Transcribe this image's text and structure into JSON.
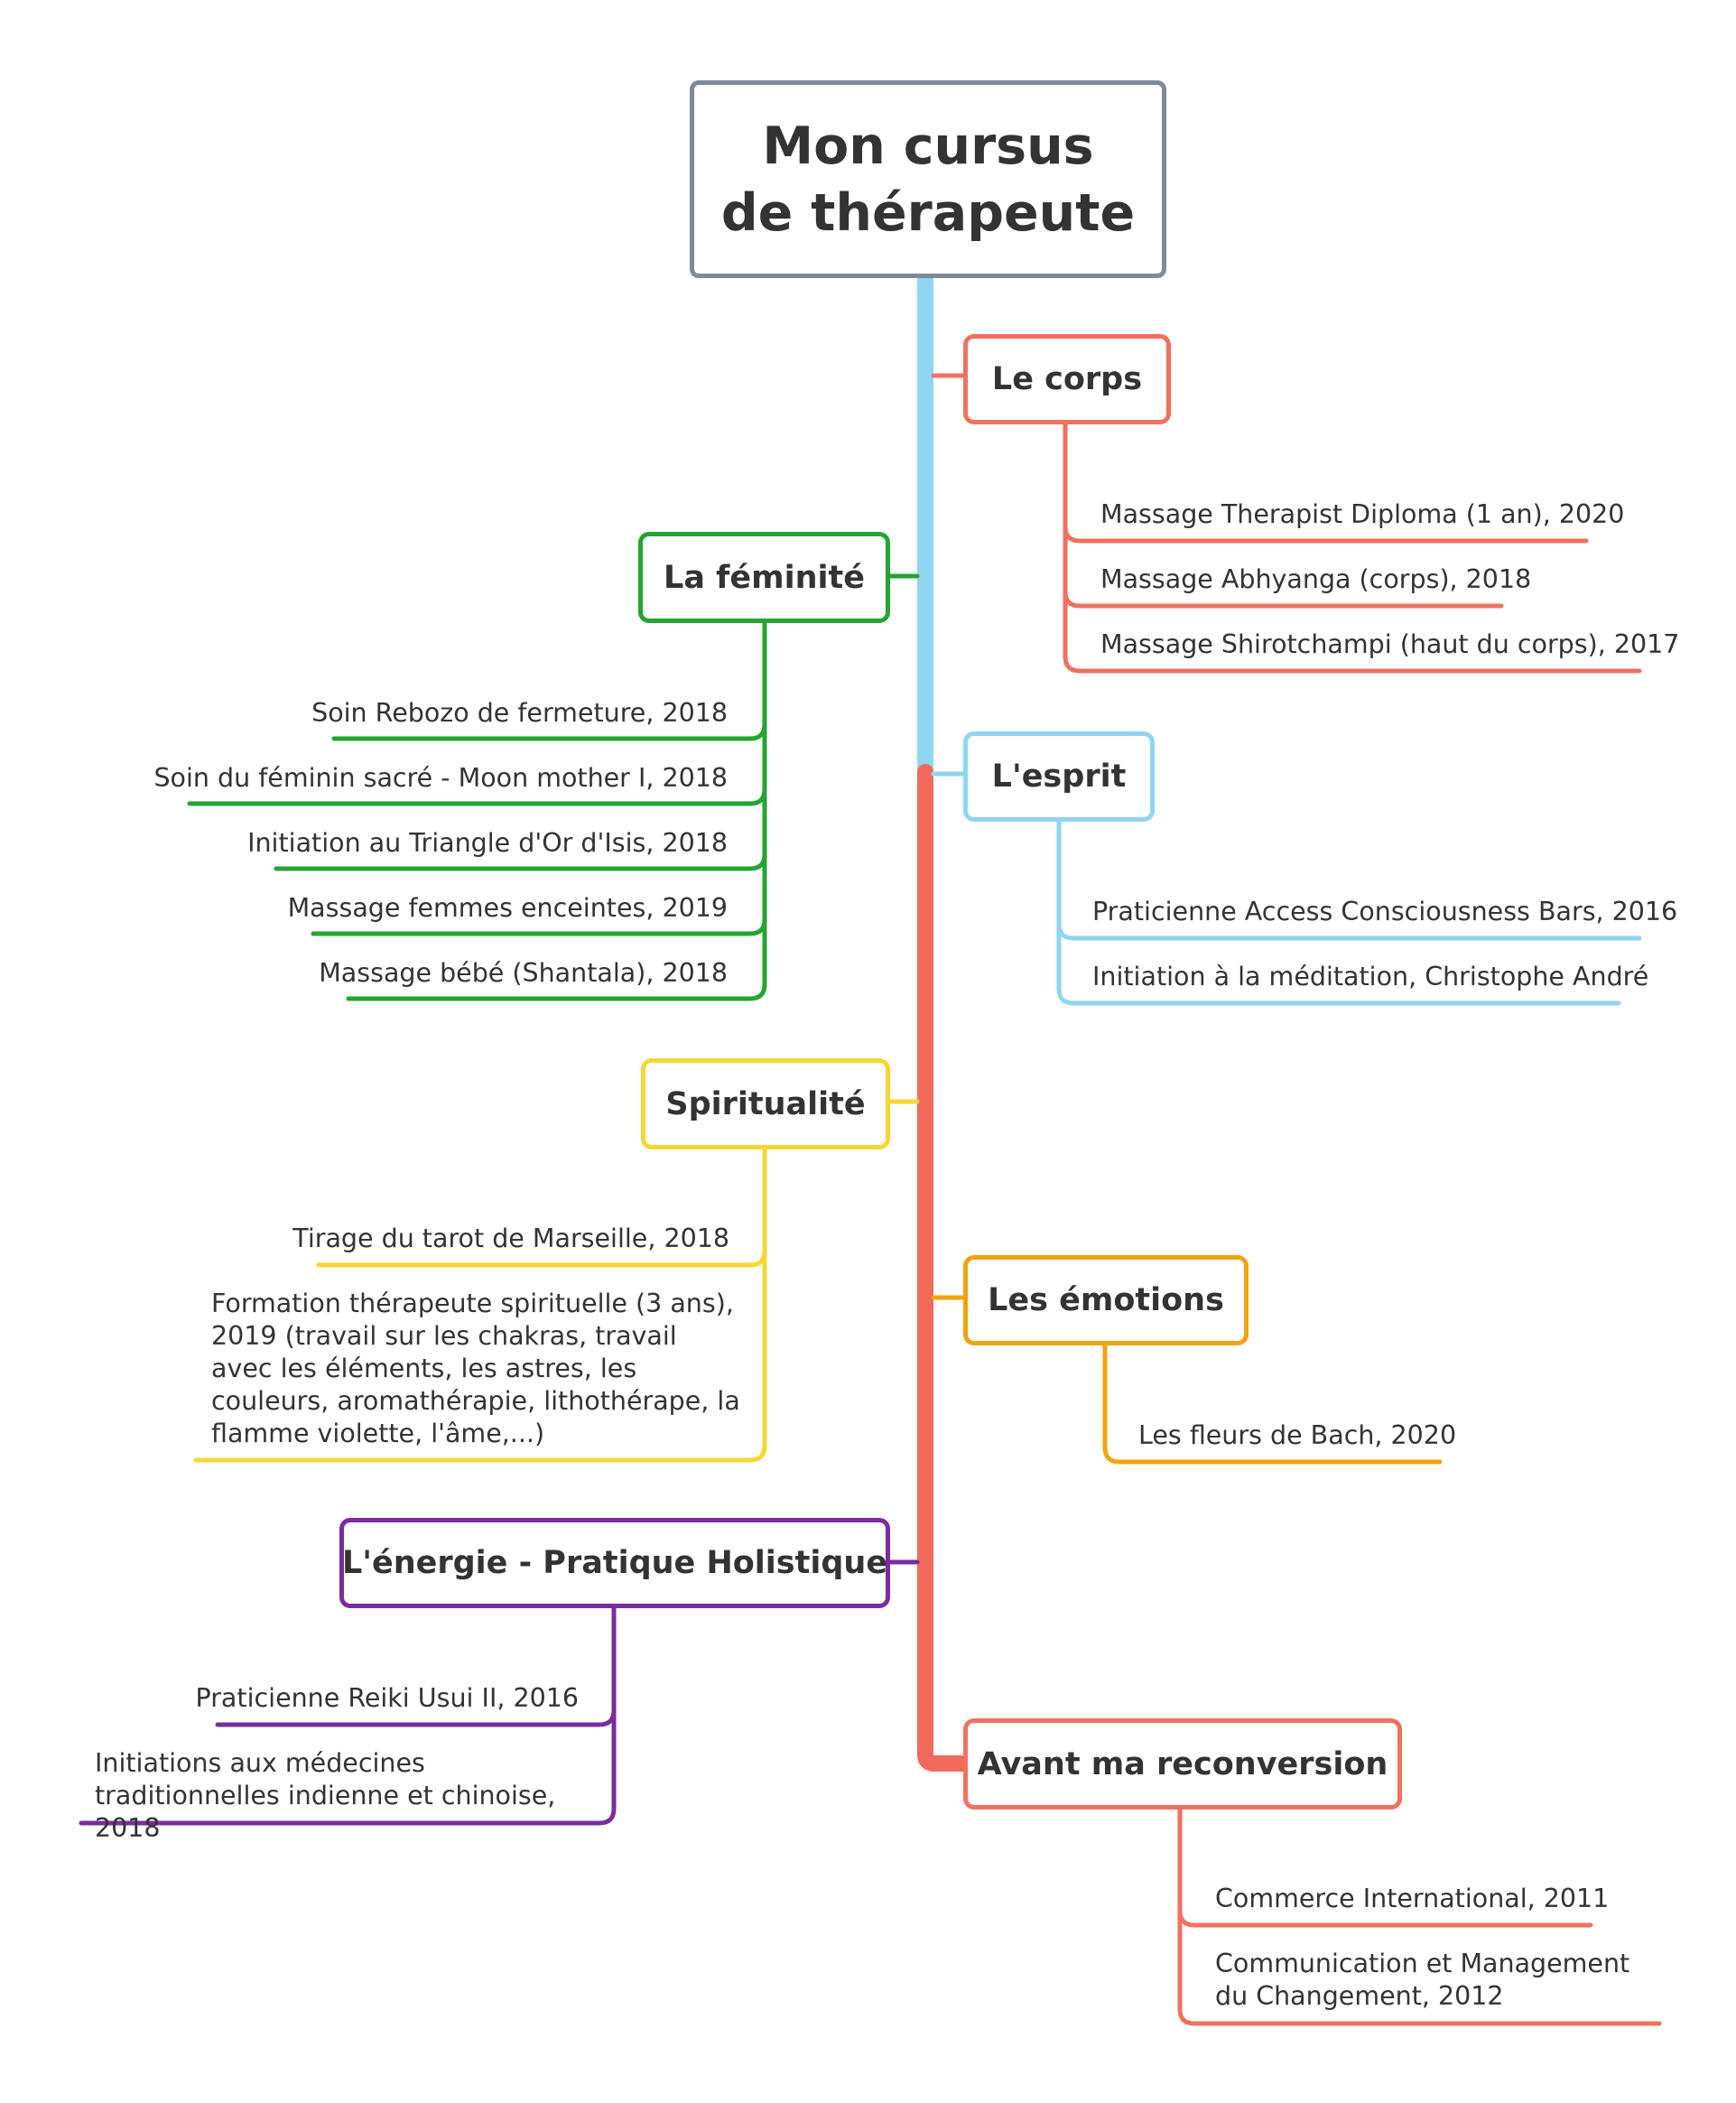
{
  "colors": {
    "root_border": "#7f8a99",
    "trunk_top": "#8fd6f3",
    "trunk_bottom": "#f26a5a",
    "body": "#f2705e",
    "feminine": "#24a431",
    "mind": "#8fd6f3",
    "spirit": "#f7d633",
    "emotions": "#f2a311",
    "energy": "#7b2c9f",
    "before": "#f2705e"
  },
  "root": {
    "line1": "Mon cursus",
    "line2": "de thérapeute"
  },
  "branches": {
    "body": {
      "title": "Le corps",
      "items": [
        "Massage Therapist Diploma (1 an), 2020",
        "Massage Abhyanga (corps), 2018",
        "Massage Shirotchampi (haut du corps), 2017"
      ]
    },
    "feminine": {
      "title": "La féminité",
      "items": [
        "Soin Rebozo de fermeture, 2018",
        "Soin du féminin sacré - Moon mother I, 2018",
        "Initiation au Triangle d'Or d'Isis, 2018",
        "Massage femmes enceintes, 2019",
        "Massage bébé (Shantala), 2018"
      ]
    },
    "mind": {
      "title": "L'esprit",
      "items": [
        "Praticienne Access Consciousness Bars, 2016",
        "Initiation à la méditation, Christophe André"
      ]
    },
    "spirit": {
      "title": "Spiritualité",
      "items": [
        "Tirage du tarot de Marseille, 2018",
        "Formation thérapeute spirituelle (3 ans), 2019 (travail sur les chakras, travail avec les éléments, les astres, les couleurs, aromathérapie, lithothérape, la flamme violette, l'âme,...)"
      ]
    },
    "emotions": {
      "title": "Les émotions",
      "items": [
        "Les fleurs de Bach, 2020"
      ]
    },
    "energy": {
      "title": "L'énergie - Pratique Holistique",
      "items": [
        "Praticienne Reiki Usui II, 2016",
        "Initiations aux médecines traditionnelles indienne et chinoise, 2018"
      ]
    },
    "before": {
      "title": "Avant ma reconversion",
      "items": [
        "Commerce International, 2011",
        "Communication et Management du Changement, 2012"
      ]
    }
  }
}
